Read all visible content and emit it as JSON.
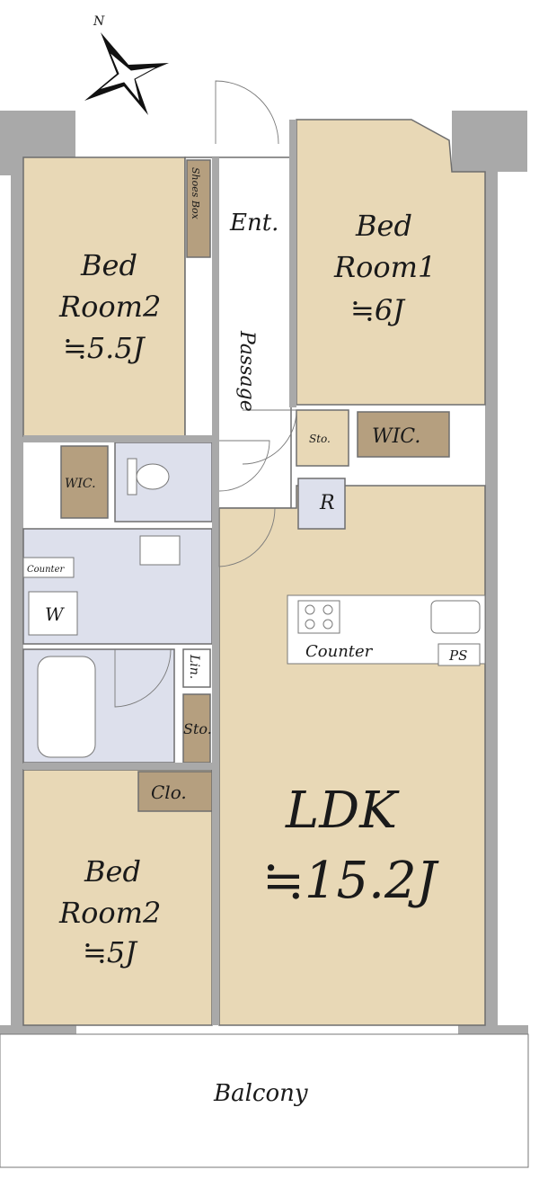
{
  "colors": {
    "room_fill": "#e8d8b6",
    "wet_fill": "#dde0ec",
    "storage_fill": "#b59f7f",
    "wall": "#a9a9a9",
    "white": "#ffffff"
  },
  "compass": {
    "label": "N"
  },
  "rooms": {
    "bedroom1": {
      "line1": "Bed",
      "line2": "Room1",
      "size": "≒6J"
    },
    "bedroom2_top": {
      "line1": "Bed",
      "line2": "Room2",
      "size": "≒5.5J"
    },
    "bedroom2_bottom": {
      "line1": "Bed",
      "line2": "Room2",
      "size": "≒5J"
    },
    "ldk": {
      "name": "LDK",
      "size": "≒15.2J"
    }
  },
  "labels": {
    "entrance": "Ent.",
    "shoes_box": "Shoes Box",
    "passage": "Passage",
    "sto_small": "Sto.",
    "wic_right": "WIC.",
    "wic_left": "WIC.",
    "refrigerator": "R",
    "counter_left": "Counter",
    "washer": "W",
    "linen": "Lin.",
    "sto_bath": "Sto.",
    "closet": "Clo.",
    "kitchen_counter": "Counter",
    "pipe_space": "PS",
    "balcony": "Balcony"
  }
}
